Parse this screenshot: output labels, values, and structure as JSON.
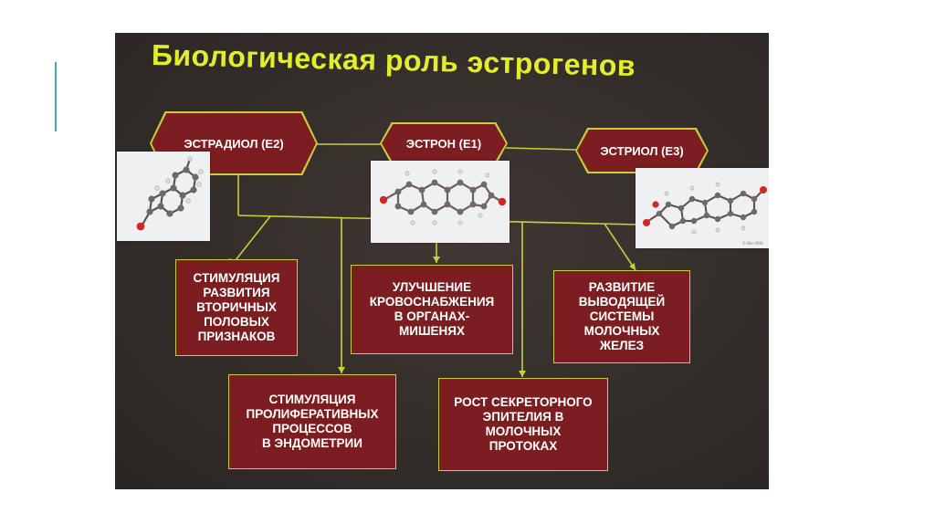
{
  "slide": {
    "title": "Биологическая роль эстрогенов"
  },
  "hormones": [
    {
      "id": "e2",
      "label": "ЭСТРАДИОЛ (Е2)"
    },
    {
      "id": "e1",
      "label": "ЭСТРОН (Е1)"
    },
    {
      "id": "e3",
      "label": "ЭСТРИОЛ (Е3)"
    }
  ],
  "effects": [
    {
      "id": "secondary_sex",
      "text": "СТИМУЛЯЦИЯ\nРАЗВИТИЯ\nВТОРИЧНЫХ\nПОЛОВЫХ\nПРИЗНАКОВ"
    },
    {
      "id": "blood_supply",
      "text": "УЛУЧШЕНИЕ\nКРОВОСНАБЖЕНИЯ\nВ ОРГАНАХ-\nМИШЕНЯХ"
    },
    {
      "id": "mammary_ducts_dev",
      "text": "РАЗВИТИЕ\nВЫВОДЯЩЕЙ\nСИСТЕМЫ\nМОЛОЧНЫХ\nЖЕЛЕЗ"
    },
    {
      "id": "endometrium",
      "text": "СТИМУЛЯЦИЯ\nПРОЛИФЕРАТИВНЫХ\nПРОЦЕССОВ\nВ ЭНДОМЕТРИИ"
    },
    {
      "id": "secretory_epithelium",
      "text": "РОСТ СЕКРЕТОРНОГО\nЭПИТЕЛИЯ В\nМОЛОЧНЫХ\nПРОТОКАХ"
    }
  ],
  "molecule_images": [
    {
      "id": "estradiol-molecule",
      "icon": "ball-and-stick-molecule"
    },
    {
      "id": "estrone-molecule",
      "icon": "ball-and-stick-molecule"
    },
    {
      "id": "estriol-molecule",
      "icon": "ball-and-stick-molecule"
    }
  ],
  "colors": {
    "slide_background": "#332d2a",
    "title": "#e3ee2a",
    "box_fill": "#7c1e21",
    "box_border": "#c9cf3a",
    "connector": "#c9cf3a",
    "box_text": "#ffffff",
    "accent_line": "#3fa7b6"
  }
}
